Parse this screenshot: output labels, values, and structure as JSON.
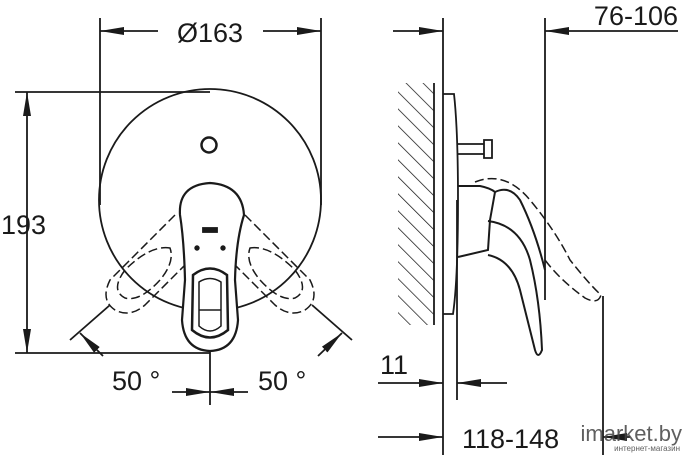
{
  "dimensions": {
    "diameter": "Ø163",
    "height": "193",
    "angle_left": "50 °",
    "angle_right": "50 °",
    "projection": "76-106",
    "plate_thickness": "11",
    "depth": "118-148"
  },
  "watermark": {
    "brand": "imarket.by",
    "tagline": "интернет-магазин"
  },
  "colors": {
    "line": "#1a1a1a",
    "background": "#ffffff"
  }
}
